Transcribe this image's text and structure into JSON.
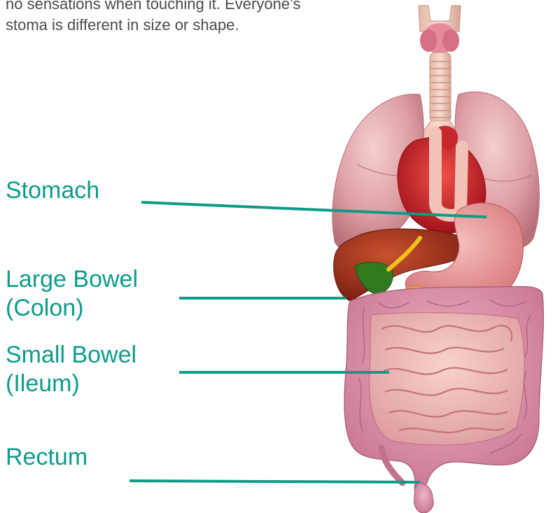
{
  "intro": {
    "line1": "no sensations when touching it. Everyone’s",
    "line2": "stoma is different in size or shape."
  },
  "labels": {
    "stomach": "Stomach",
    "large_bowel": {
      "line1": "Large Bowel",
      "line2": "(Colon)"
    },
    "small_bowel": {
      "line1": "Small Bowel",
      "line2": "(Ileum)"
    },
    "rectum": "Rectum"
  },
  "colors": {
    "label_text": "#0c9c8a",
    "leader_line": "#0e9b84",
    "body_text": "#4a4a4a"
  }
}
